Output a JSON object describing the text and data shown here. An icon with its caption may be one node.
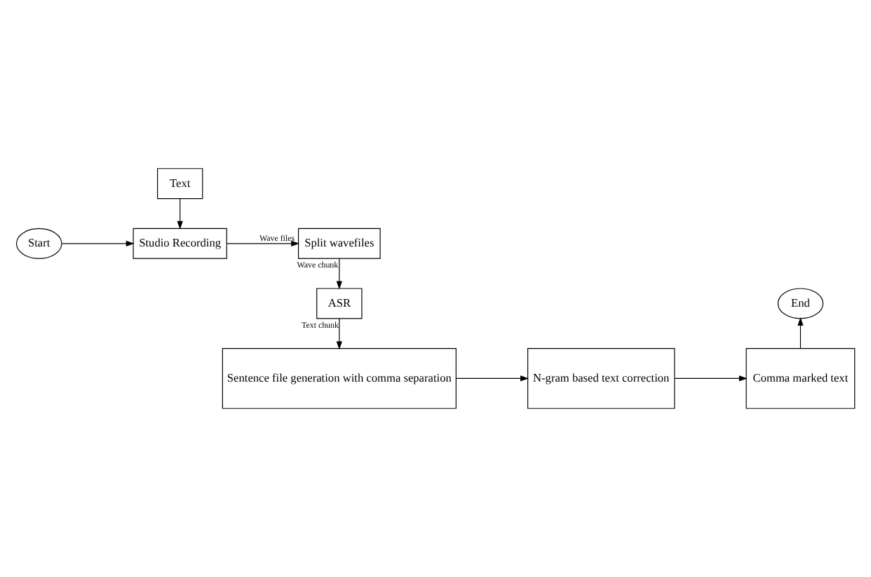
{
  "diagram": {
    "nodes": [
      {
        "text": [
          "Text"
        ]
      },
      {
        "text": [
          "Start"
        ]
      },
      {
        "text": [
          "Studio Recording"
        ]
      },
      {
        "text": [
          "Split wavefiles"
        ]
      },
      {
        "text": [
          "ASR"
        ]
      },
      {
        "text": [
          "Sentence file generation with comma separation"
        ]
      },
      {
        "text": [
          "N-gram based text correction"
        ]
      },
      {
        "text": [
          "Comma marked text"
        ]
      },
      {
        "text": [
          "End"
        ]
      }
    ],
    "edges": [
      {
        "from": 0,
        "to": 2,
        "arrow": "to"
      },
      {
        "from": 1,
        "to": 2,
        "arrow": "to"
      },
      {
        "from": 2,
        "to": 3,
        "arrow": "to",
        "label": "Wave files"
      },
      {
        "from": 3,
        "to": 4,
        "arrow": "to",
        "label": "Wave chunk"
      },
      {
        "from": 4,
        "to": 5,
        "arrow": "to",
        "label": "Text chunk"
      },
      {
        "from": 5,
        "to": 6,
        "arrow": "to"
      },
      {
        "from": 6,
        "to": 7,
        "arrow": "to"
      },
      {
        "from": 7,
        "to": 8,
        "arrow": "to"
      }
    ]
  }
}
